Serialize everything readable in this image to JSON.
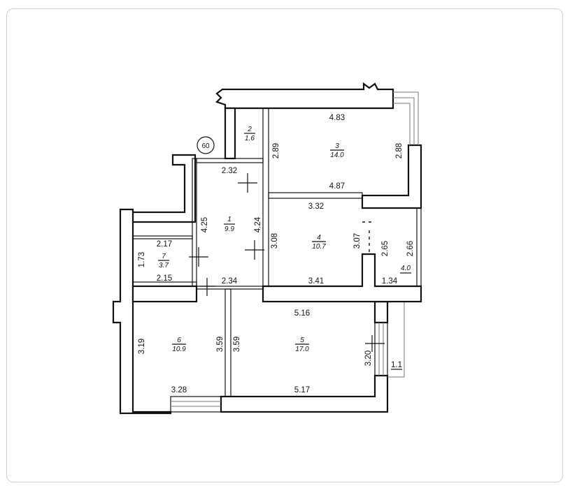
{
  "plan": {
    "marker": "60",
    "rooms": [
      {
        "num": "1",
        "area": "9.9"
      },
      {
        "num": "2",
        "area": "1.6"
      },
      {
        "num": "3",
        "area": "14.0"
      },
      {
        "num": "4",
        "area": "10.7"
      },
      {
        "num": "5",
        "area": "17.0"
      },
      {
        "num": "6",
        "area": "10.9"
      },
      {
        "num": "7",
        "area": "3.7"
      }
    ],
    "balcony_area": "4.0",
    "dims": {
      "d_232": "2.32",
      "d_425": "4.25",
      "d_424": "4.24",
      "d_289": "2.89",
      "d_483": "4.83",
      "d_288": "2.88",
      "d_487": "4.87",
      "d_332": "3.32",
      "d_308": "3.08",
      "d_307": "3.07",
      "d_265": "2.65",
      "d_266": "2.66",
      "d_217": "2.17",
      "d_173": "1.73",
      "d_215": "2.15",
      "d_234": "2.34",
      "d_341": "3.41",
      "d_134": "1.34",
      "d_516": "5.16",
      "d_319": "3.19",
      "d_359a": "3.59",
      "d_359b": "3.59",
      "d_320": "3.20",
      "d_11": "1.1",
      "d_328": "3.28",
      "d_517": "5.17"
    }
  }
}
